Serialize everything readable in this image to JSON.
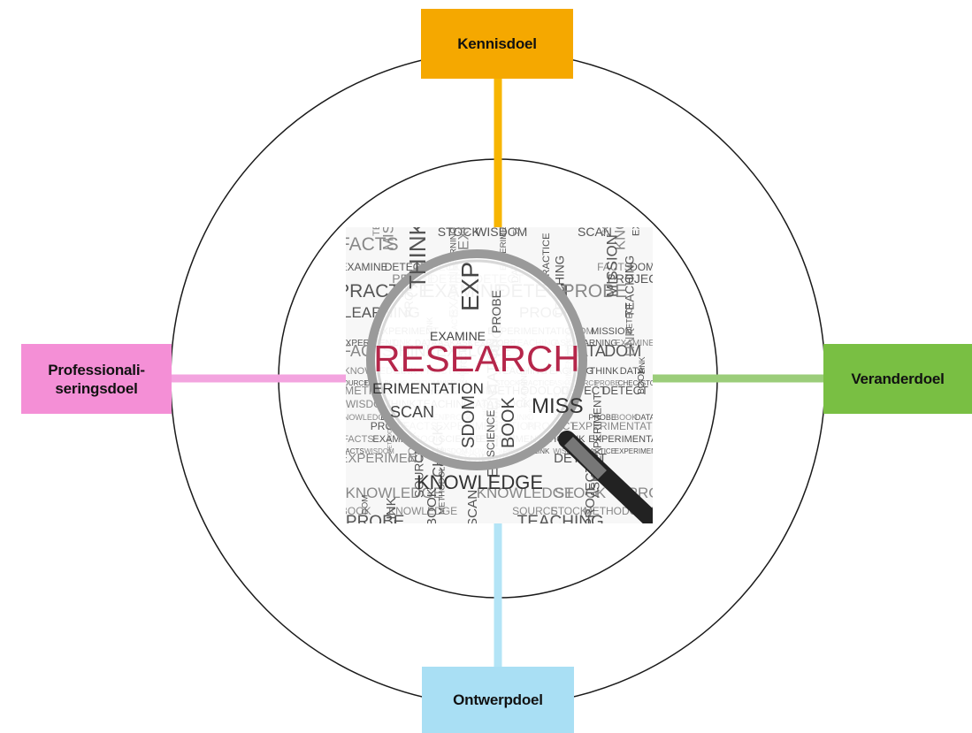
{
  "goals": {
    "top": {
      "label": "Kennisdoel",
      "color": "#f5a800",
      "line_color": "#f7b500"
    },
    "left": {
      "label": "Professionali-\nseringsdoel",
      "color": "#f48fd6",
      "line_color": "#f3a4df"
    },
    "right": {
      "label": "Veranderdoel",
      "color": "#79bf43",
      "line_color": "#9bcd7a"
    },
    "bottom": {
      "label": "Ontwerpdoel",
      "color": "#a9dff4",
      "line_color": "#b3e4f6"
    }
  },
  "center_image": {
    "main_word": "RESEARCH",
    "words": [
      "EXPERIMENT",
      "THINK",
      "EXAMINE",
      "PROBE",
      "SCAN",
      "SCIENCE",
      "BOOK",
      "MISSION",
      "KNOWLEDGE",
      "PRACTICE",
      "LINK",
      "FACTS",
      "EXPERIMENTATION",
      "TEACHING",
      "DATA",
      "STOCK",
      "CHECK",
      "LEARNING",
      "PROJECT",
      "SOURCE",
      "METHODOLOGY",
      "WISDOM",
      "PROOF",
      "DETECT",
      "ASK",
      "DOM",
      "EXPLORE"
    ]
  }
}
